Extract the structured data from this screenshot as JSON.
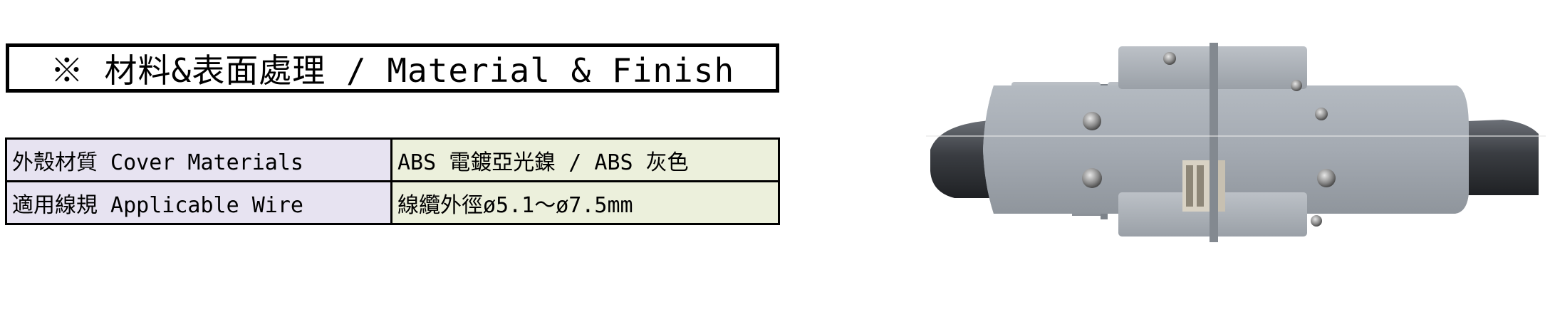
{
  "title": "※ 材料&表面處理 / Material & Finish",
  "specs": [
    {
      "label": "外殼材質 Cover Materials",
      "value": "ABS 電鍍亞光鎳 / ABS 灰色"
    },
    {
      "label": "適用線規 Applicable Wire",
      "value": "線纜外徑ø5.1～ø7.5mm"
    }
  ],
  "colors": {
    "label_bg": "#e7e3f1",
    "value_bg": "#ecf0dc",
    "connector_body": "#a4aab2",
    "cable": "#3a3d42"
  },
  "image": {
    "icon": "connector-photo-icon"
  }
}
